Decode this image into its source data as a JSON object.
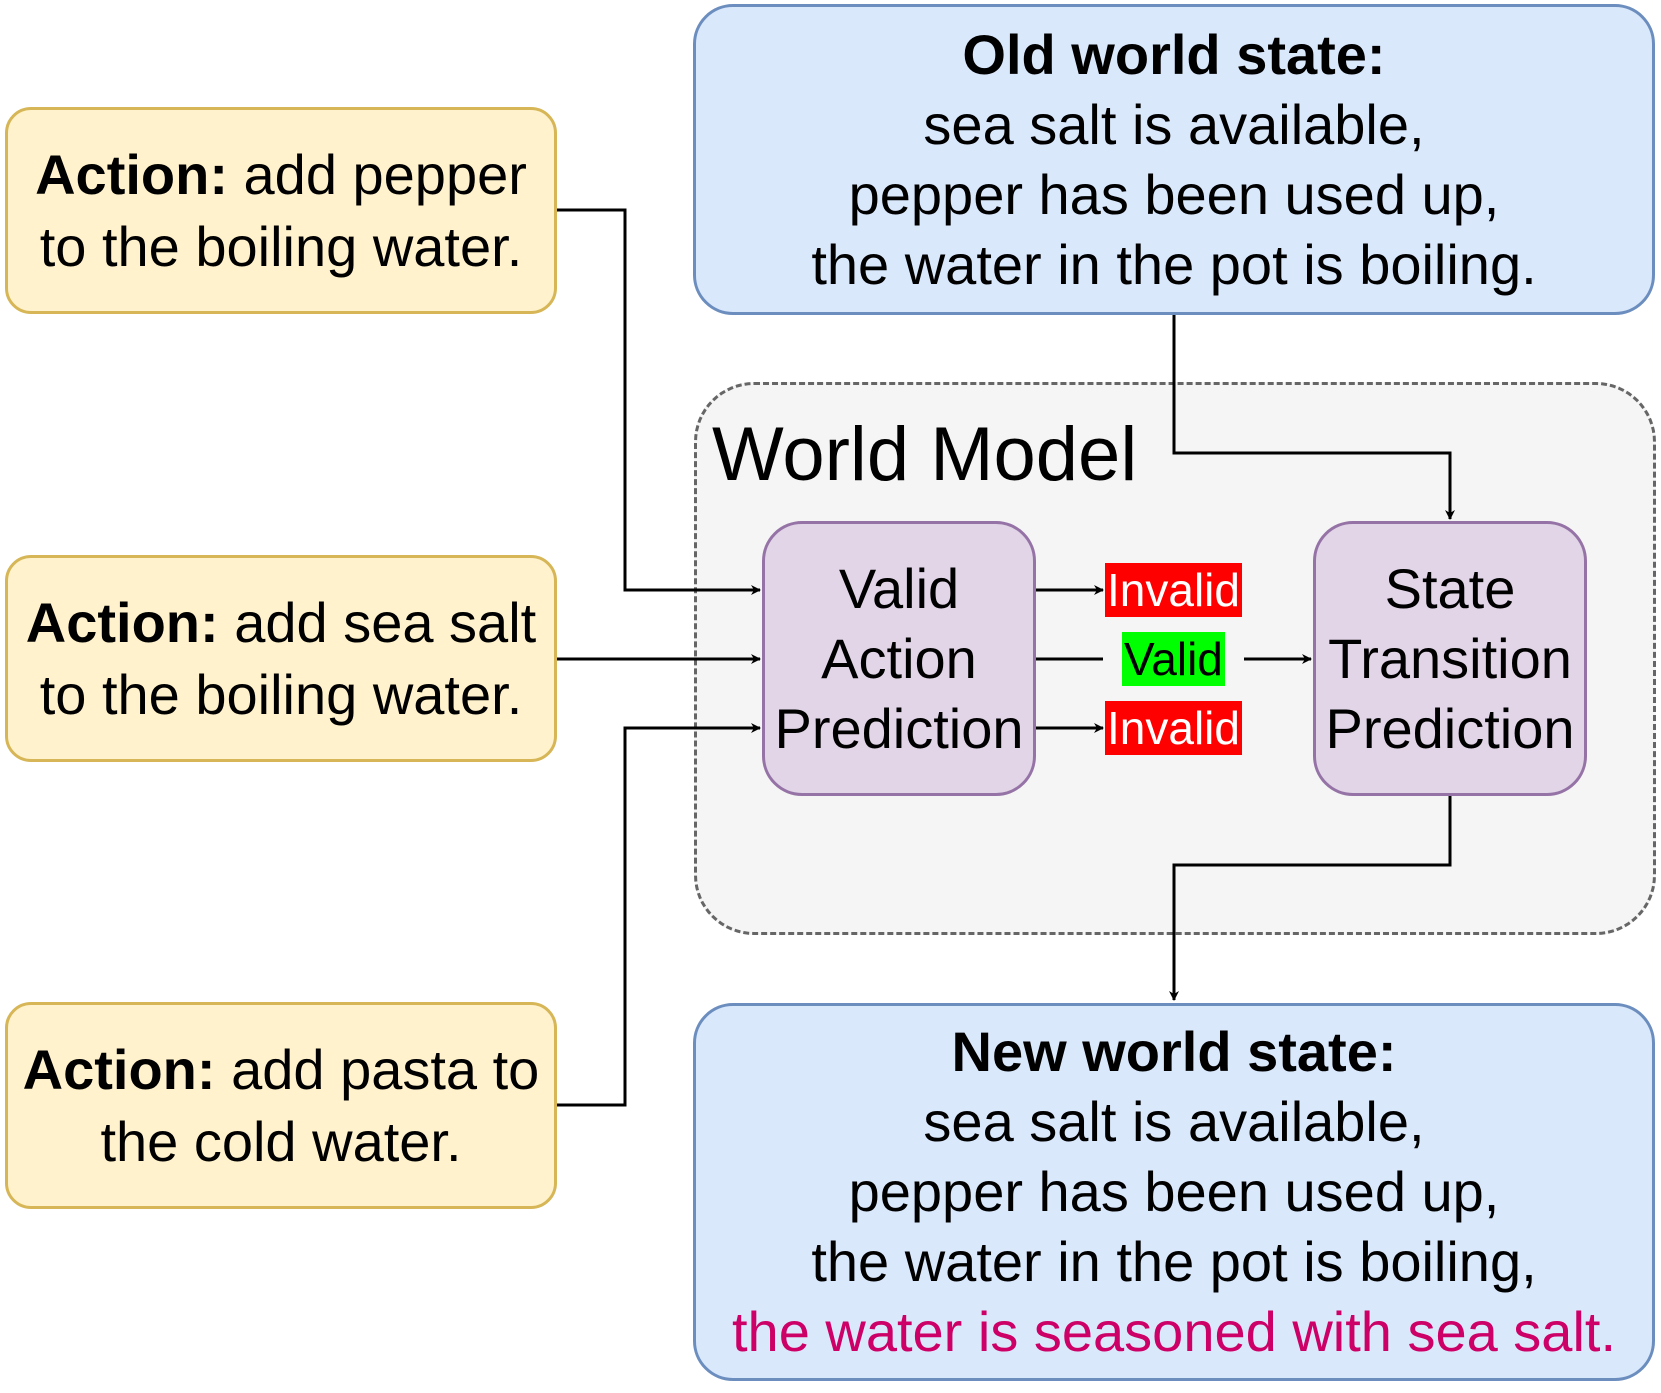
{
  "actions": [
    {
      "prefix": "Action:",
      "line1_rest": " add pepper",
      "line2": "to the boiling water."
    },
    {
      "prefix": "Action:",
      "line1_rest": " add sea salt",
      "line2": "to the boiling water."
    },
    {
      "prefix": "Action:",
      "line1_rest": " add pasta to",
      "line2": "the cold water."
    }
  ],
  "old_state": {
    "title": "Old world state:",
    "lines": [
      "sea salt is available,",
      "pepper has been used up,",
      "the water in the pot is boiling."
    ]
  },
  "world_model": {
    "title": "World Model",
    "valid_action": [
      "Valid",
      "Action",
      "Prediction"
    ],
    "state_transition": [
      "State",
      "Transition",
      "Prediction"
    ],
    "results": [
      "Invalid",
      "Valid",
      "Invalid"
    ]
  },
  "new_state": {
    "title": "New world state:",
    "lines": [
      "sea salt is available,",
      "pepper has been used up,",
      "the water in the pot is boiling,"
    ],
    "new_fact": "the water is seasoned with sea salt."
  },
  "colors": {
    "action_fill": "#fff2cc",
    "action_border": "#d6b656",
    "state_fill": "#dae8fc",
    "state_border": "#6c8ebf",
    "process_fill": "#e1d5e7",
    "process_border": "#9673a6",
    "invalid_tag": "#ff0000",
    "valid_tag": "#00ff00",
    "new_fact_text": "#cc0066"
  }
}
